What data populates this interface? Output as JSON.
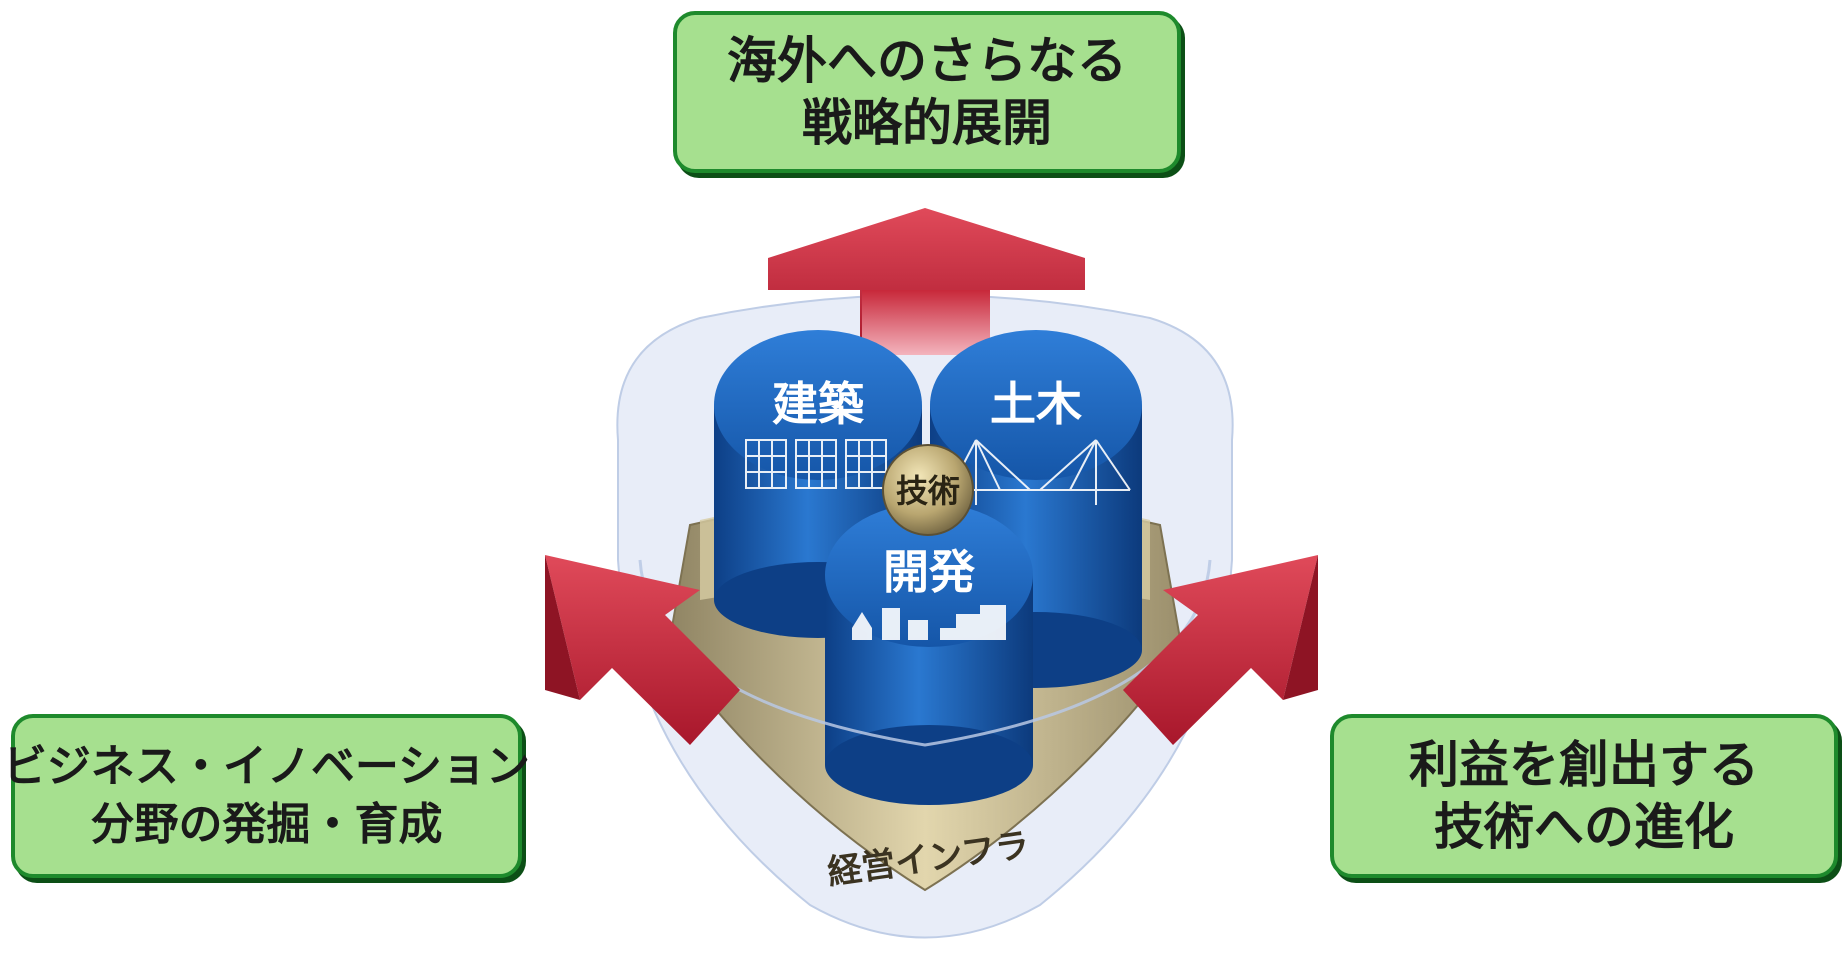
{
  "goals": {
    "top": [
      "海外へのさらなる",
      "戦略的展開"
    ],
    "left": [
      "ビジネス・イノベーション",
      "分野の発掘・育成"
    ],
    "right": [
      "利益を創出する",
      "技術への進化"
    ]
  },
  "pillars": {
    "architecture": "建築",
    "civil": "土木",
    "development": "開発",
    "core": "技術",
    "base": "経営インフラ"
  },
  "colors": {
    "box_fill": "#a6e08f",
    "box_border": "#1e8a2c",
    "arrow_red": "#c8283a",
    "cylinder_blue": "#1a5fb4",
    "base_gold": "#cbbd92"
  }
}
